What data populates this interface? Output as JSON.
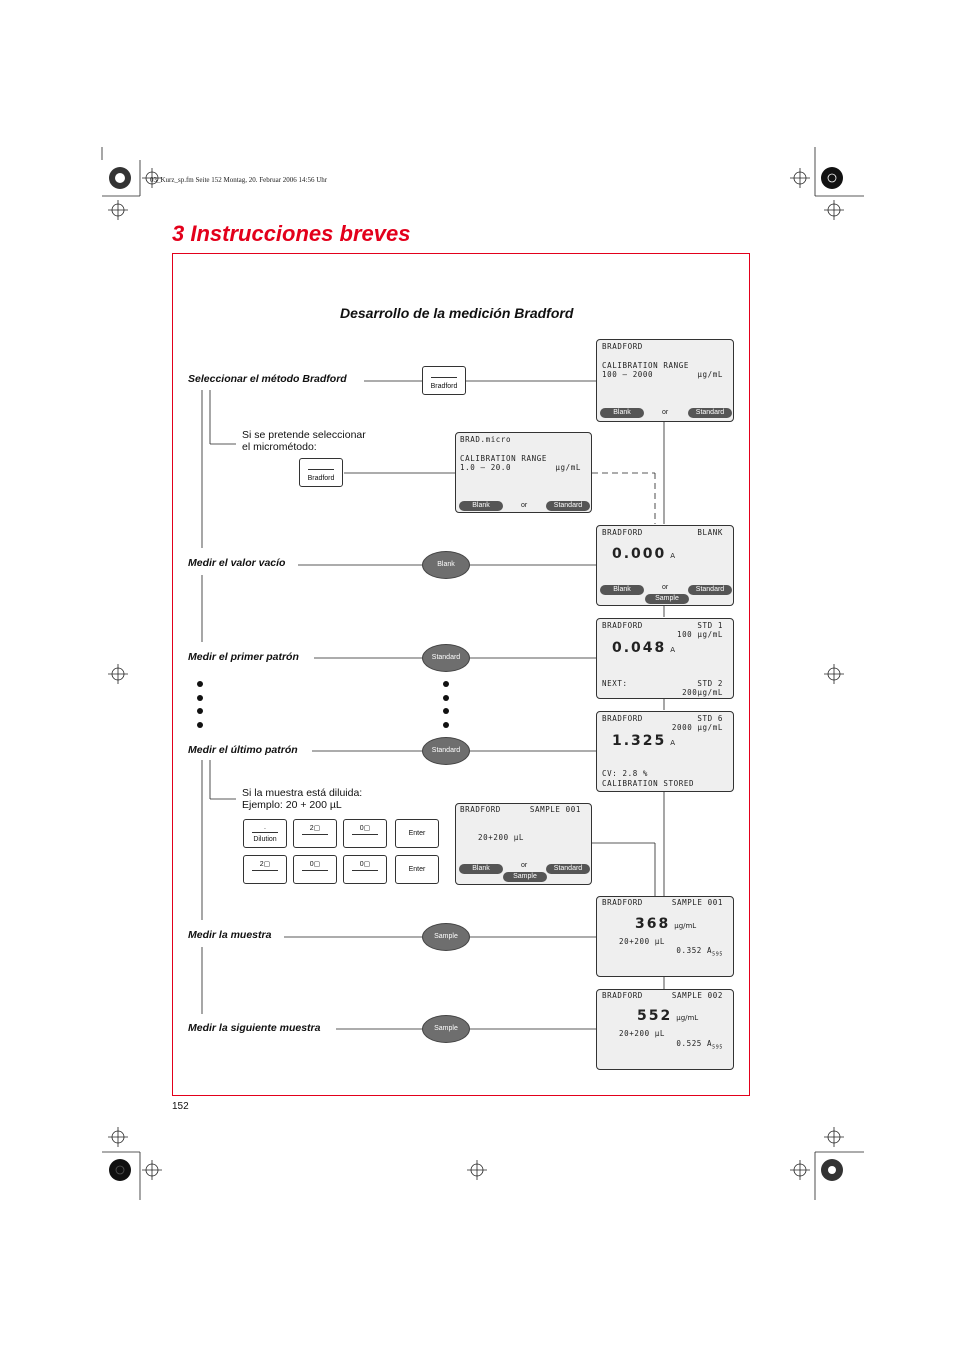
{
  "header": {
    "file_line": "03_Kurz_sp.fm  Seite 152  Montag, 20. Februar 2006  14:56 Uhr"
  },
  "title": "3  Instrucciones breves",
  "subtitle": "Desarrollo de la medición Bradford",
  "page_number": "152",
  "steps": {
    "select_method": "Seleccionar el método Bradford",
    "micro_note_1": "Si se pretende seleccionar",
    "micro_note_2": "el micrométodo:",
    "measure_blank": "Medir el valor vacío",
    "measure_first": "Medir el primer patrón",
    "measure_last": "Medir el último patrón",
    "dilution_note_1": "Si la muestra está diluida:",
    "dilution_note_2": "Ejemplo: 20 + 200 µL",
    "measure_sample": "Medir la muestra",
    "measure_next": "Medir la siguiente muestra"
  },
  "keys": {
    "bradford": "Bradford",
    "blank": "Blank",
    "standard": "Standard",
    "sample": "Sample",
    "or": "or",
    "dilution": "Dilution",
    "dot": ".",
    "enter": "Enter",
    "k2": "2▢",
    "k0": "0▢"
  },
  "displays": {
    "d1": {
      "line1": "BRADFORD",
      "line2": "CALIBRATION RANGE",
      "range": "100  –  2000",
      "unit": "µg/mL"
    },
    "d2": {
      "line1": "BRAD.micro",
      "line2": "CALIBRATION RANGE",
      "range": "1.0  –  20.0",
      "unit": "µg/mL"
    },
    "d3": {
      "left": "BRADFORD",
      "right": "BLANK",
      "value": "0.000",
      "unit": "A"
    },
    "d4": {
      "left": "BRADFORD",
      "right": "STD 1",
      "conc": "100 µg/mL",
      "value": "0.048",
      "unit": "A",
      "next": "NEXT:",
      "next_std": "STD 2",
      "next_conc": "200µg/mL"
    },
    "d5": {
      "left": "BRADFORD",
      "right": "STD 6",
      "conc": "2000 µg/mL",
      "value": "1.325",
      "unit": "A",
      "cv": "CV: 2.8 %",
      "stored": "CALIBRATION STORED"
    },
    "d6": {
      "left": "BRADFORD",
      "right": "SAMPLE 001",
      "dilution": "20+200 µL"
    },
    "d7": {
      "left": "BRADFORD",
      "right": "SAMPLE 001",
      "value": "368",
      "unit": "µg/mL",
      "dilution": "20+200 µL",
      "abs": "0.352 A",
      "abs_sub": "595"
    },
    "d8": {
      "left": "BRADFORD",
      "right": "SAMPLE 002",
      "value": "552",
      "unit": "µg/mL",
      "dilution": "20+200 µL",
      "abs": "0.525 A",
      "abs_sub": "595"
    }
  }
}
